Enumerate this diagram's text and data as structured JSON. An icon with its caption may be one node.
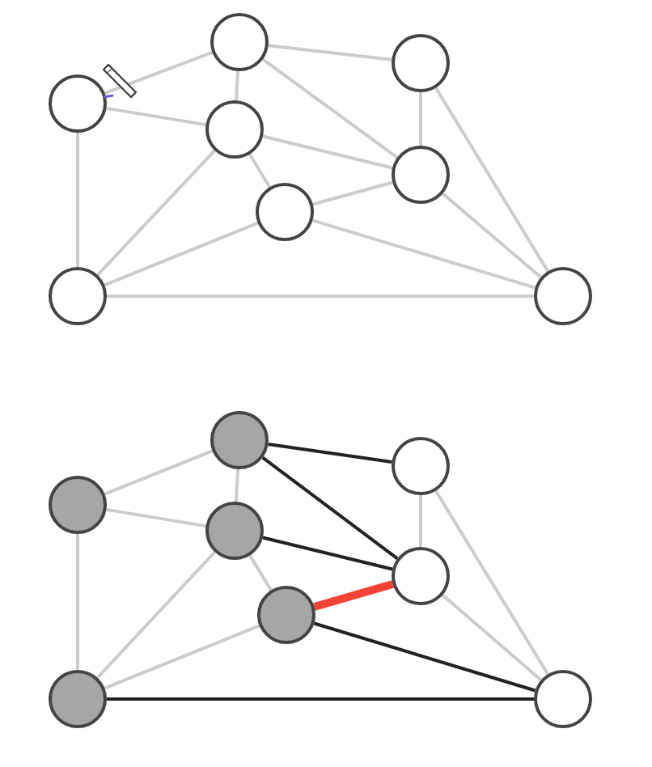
{
  "diagram": {
    "nodes": [
      {
        "text": [],
        "shape": "circle"
      },
      {
        "text": [],
        "shape": "circle"
      },
      {
        "text": [],
        "shape": "circle"
      },
      {
        "text": [],
        "shape": "circle"
      },
      {
        "text": [],
        "shape": "circle"
      },
      {
        "text": [],
        "shape": "circle"
      },
      {
        "text": [],
        "shape": "circle"
      },
      {
        "text": [],
        "shape": "circle"
      },
      {
        "text": [],
        "shape": "circle"
      },
      {
        "text": [],
        "shape": "circle"
      },
      {
        "text": [],
        "shape": "circle"
      },
      {
        "text": [],
        "shape": "circle"
      },
      {
        "text": [],
        "shape": "circle"
      },
      {
        "text": [],
        "shape": "circle"
      },
      {
        "text": [],
        "shape": "circle"
      },
      {
        "text": [],
        "shape": "circle"
      }
    ],
    "edges": [
      {
        "from": 0,
        "to": 1,
        "arrow": "none"
      },
      {
        "from": 0,
        "to": 3,
        "arrow": "none"
      },
      {
        "from": 0,
        "to": 6,
        "arrow": "none"
      },
      {
        "from": 1,
        "to": 2,
        "arrow": "none"
      },
      {
        "from": 1,
        "to": 3,
        "arrow": "none"
      },
      {
        "from": 1,
        "to": 4,
        "arrow": "none"
      },
      {
        "from": 2,
        "to": 4,
        "arrow": "none"
      },
      {
        "from": 2,
        "to": 7,
        "arrow": "none"
      },
      {
        "from": 3,
        "to": 4,
        "arrow": "none"
      },
      {
        "from": 3,
        "to": 5,
        "arrow": "none"
      },
      {
        "from": 3,
        "to": 6,
        "arrow": "none"
      },
      {
        "from": 5,
        "to": 4,
        "arrow": "none"
      },
      {
        "from": 5,
        "to": 6,
        "arrow": "none"
      },
      {
        "from": 5,
        "to": 7,
        "arrow": "none"
      },
      {
        "from": 4,
        "to": 7,
        "arrow": "none"
      },
      {
        "from": 6,
        "to": 7,
        "arrow": "none"
      },
      {
        "from": 8,
        "to": 9,
        "arrow": "none"
      },
      {
        "from": 8,
        "to": 11,
        "arrow": "none"
      },
      {
        "from": 8,
        "to": 14,
        "arrow": "none"
      },
      {
        "from": 9,
        "to": 10,
        "arrow": "none",
        "color": "#222222"
      },
      {
        "from": 9,
        "to": 11,
        "arrow": "none"
      },
      {
        "from": 9,
        "to": 12,
        "arrow": "none",
        "color": "#222222"
      },
      {
        "from": 10,
        "to": 12,
        "arrow": "none"
      },
      {
        "from": 10,
        "to": 15,
        "arrow": "none"
      },
      {
        "from": 11,
        "to": 12,
        "arrow": "none",
        "color": "#222222"
      },
      {
        "from": 11,
        "to": 13,
        "arrow": "none"
      },
      {
        "from": 11,
        "to": 14,
        "arrow": "none"
      },
      {
        "from": 13,
        "to": 12,
        "arrow": "none",
        "style": "thick",
        "color": "#f44336"
      },
      {
        "from": 13,
        "to": 14,
        "arrow": "none"
      },
      {
        "from": 13,
        "to": 15,
        "arrow": "none",
        "color": "#222222"
      },
      {
        "from": 12,
        "to": 15,
        "arrow": "none"
      },
      {
        "from": 14,
        "to": 15,
        "arrow": "none",
        "color": "#222222"
      }
    ]
  }
}
